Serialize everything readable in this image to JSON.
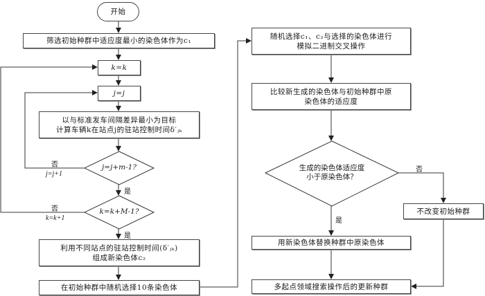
{
  "diagram": {
    "type": "flowchart",
    "nodes": {
      "start": {
        "text": "开始"
      },
      "select_c1": {
        "text": "筛选初始种群中适应度最小的染色体作为c₁"
      },
      "k_init": {
        "text": "k=k"
      },
      "j_init": {
        "text": "j=j"
      },
      "compute": {
        "line1": "以与标准发车间隔差异最小为目标",
        "line2": "计算车辆k在站点j的驻站控制时间δ′ⱼₖ"
      },
      "cond_j": {
        "text": "j=j+m-1?"
      },
      "cond_k": {
        "text": "k=k+M-1?"
      },
      "form_c2": {
        "line1": "利用不同站点的驻站控制时间(δ′ⱼₖ)",
        "line2": "组成新染色体c₂"
      },
      "random10": {
        "text": "在初始种群中随机选择10条染色体"
      },
      "crossover": {
        "line1": "随机选择c₁、c₂与选择的染色体进行",
        "line2": "模拟二进制交叉操作"
      },
      "compare": {
        "line1": "比较新生成的染色体与初始种群中原",
        "line2": "染色体的适应度"
      },
      "cond_fit": {
        "line1": "生成的染色体适应度",
        "line2": "小于原染色体？"
      },
      "keep": {
        "text": "不改变初始种群"
      },
      "replace": {
        "text": "用新染色体替换种群中原染色体"
      },
      "result": {
        "text": "多起点领域搜索操作后的更新种群"
      }
    },
    "edge_labels": {
      "j_no": "否",
      "j_increment": "j=j+1",
      "j_yes": "是",
      "k_no": "否",
      "k_increment": "k=k+1",
      "k_yes": "是",
      "fit_no": "否",
      "fit_yes": "是"
    },
    "colors": {
      "line": "#333333",
      "border": "#444444",
      "background": "#ffffff"
    }
  }
}
